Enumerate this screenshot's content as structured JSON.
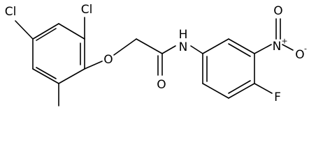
{
  "atoms": {
    "cl1": "Cl",
    "cl2": "Cl",
    "o_ether": "O",
    "o_carbonyl": "O",
    "nh": "N",
    "h_amide": "H",
    "n_nitro": "N",
    "n_plus": "+",
    "o_nitro_top": "O",
    "o_nitro_minus": "O",
    "minus": "-",
    "f": "F"
  },
  "colors": {
    "bond": "#000000",
    "label": "#000000",
    "background": "#ffffff"
  }
}
